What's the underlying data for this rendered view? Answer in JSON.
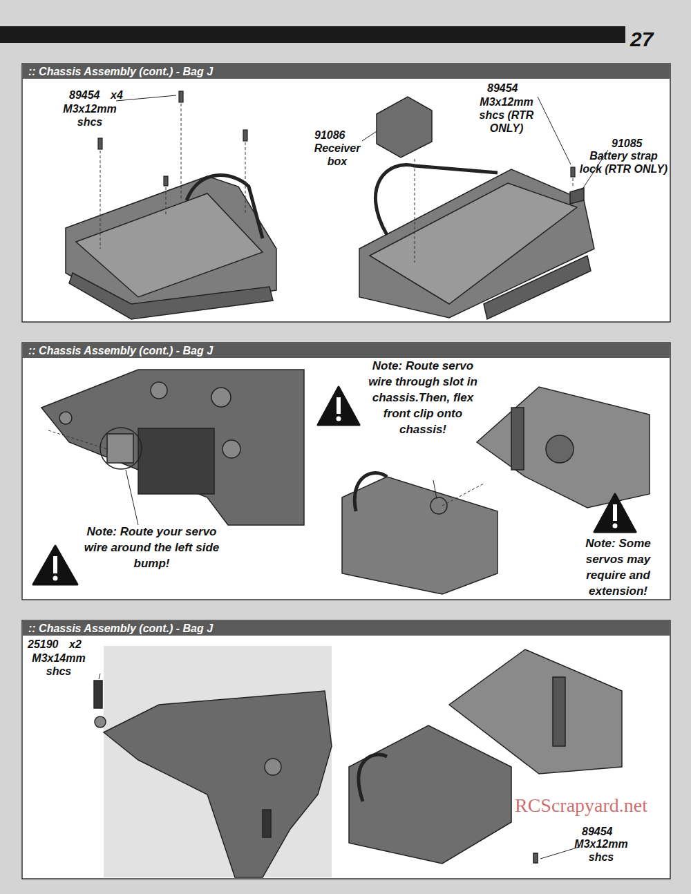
{
  "diagram": {
    "nodes": [
      {
        "text": [
          ":: Chassis Assembly (cont.) - Bag J"
        ]
      },
      {
        "text": [
          ":: Chassis Assembly (cont.) - Bag J"
        ]
      },
      {
        "text": [
          ":: Chassis Assembly (cont.) - Bag J"
        ]
      }
    ],
    "labels": [
      "27",
      "89454",
      "x4",
      "M3x12mm shcs",
      "91086",
      "Receiver box",
      "89454",
      "M3x12mm shcs (RTR ONLY)",
      "91085",
      "Battery strap lock (RTR ONLY)",
      "Note: Route servo wire through slot in chassis.Then, flex front clip onto chassis!",
      "Note: Route your servo wire around the left side bump!",
      "Note: Some servos may require and extension!",
      "25190",
      "x2",
      "M3x14mm shcs",
      "89454",
      "M3x12mm shcs",
      "RCScrapyard.net"
    ]
  }
}
